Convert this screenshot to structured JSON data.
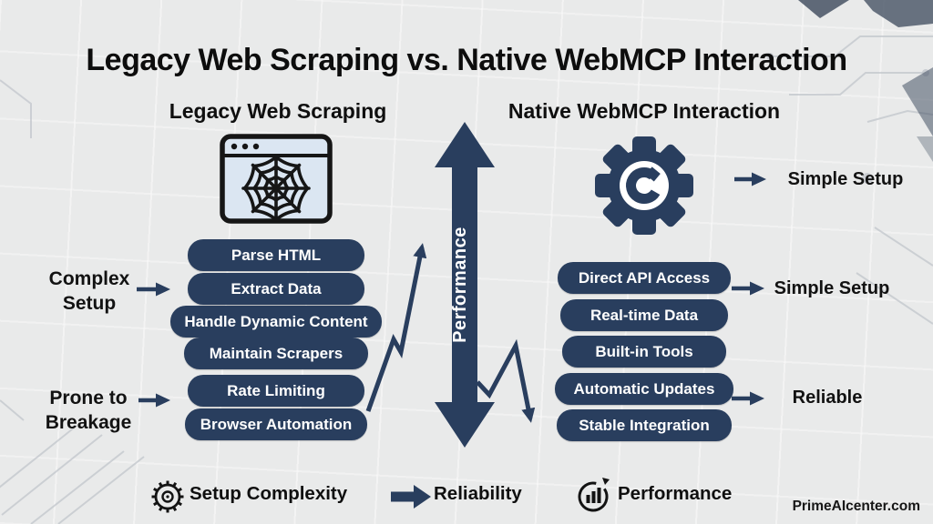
{
  "title": "Legacy Web Scraping vs. Native WebMCP Interaction",
  "legacy": {
    "header": "Legacy Web Scraping",
    "icon": "browser-spiderweb-icon",
    "pills": [
      "Parse HTML",
      "Extract Data",
      "Handle Dynamic Content",
      "Maintain Scrapers",
      "Rate Limiting",
      "Browser Automation"
    ],
    "annotations": [
      {
        "line1": "Complex",
        "line2": "Setup"
      },
      {
        "line1": "Prone to",
        "line2": "Breakage"
      }
    ]
  },
  "webmcp": {
    "header": "Native WebMCP Interaction",
    "icon": "gear-sync-icon",
    "gear_label": "Simple Setup",
    "pills": [
      "Direct API Access",
      "Real-time Data",
      "Built-in Tools",
      "Automatic Updates",
      "Stable Integration"
    ],
    "annotations": [
      "Simple Setup",
      "Reliable"
    ]
  },
  "center": {
    "label": "Performance"
  },
  "legend": {
    "items": [
      {
        "icon": "gear-outline-icon",
        "label": "Setup Complexity"
      },
      {
        "icon": "solid-arrow-icon",
        "label": "Reliability"
      },
      {
        "icon": "growth-chart-icon",
        "label": "Performance"
      }
    ]
  },
  "watermark": "PrimeAIcenter.com",
  "colors": {
    "navy": "#293e5e",
    "background": "#e9eaea",
    "browser_fill": "#dbe6f2",
    "text": "#111111",
    "pill_text": "#ffffff"
  }
}
